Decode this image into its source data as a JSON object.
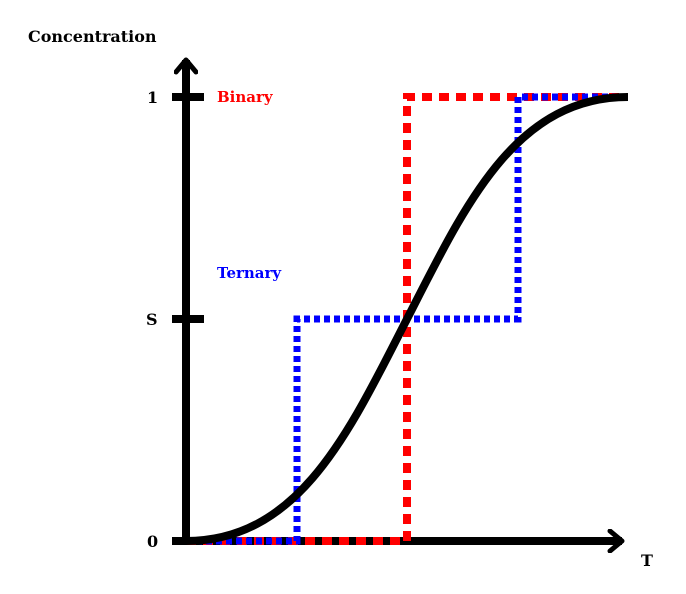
{
  "labels": {
    "y_axis": "Concentration",
    "x_axis": "T",
    "tick_one": "1",
    "tick_s": "S",
    "tick_zero": "0",
    "binary": "Binary",
    "ternary": "Ternary"
  },
  "colors": {
    "axis": "#000000",
    "curve": "#000000",
    "binary": "#ff0000",
    "ternary": "#0000ff"
  },
  "levels": {
    "zero": 0,
    "s": 0.5,
    "one": 1
  },
  "steps": {
    "binary": [
      0,
      0.5
    ],
    "ternary": [
      0,
      0.25,
      0.75
    ]
  }
}
